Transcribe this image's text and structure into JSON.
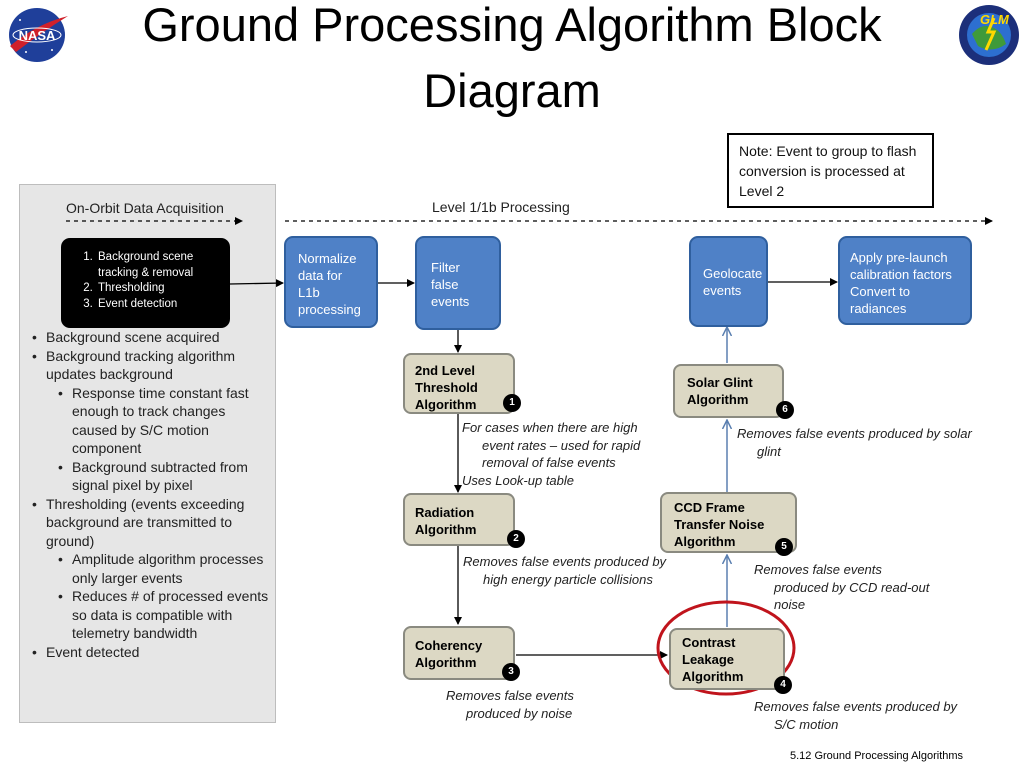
{
  "title": {
    "line1": "Ground Processing Algorithm Block",
    "line2": "Diagram"
  },
  "logos": {
    "nasa": "NASA",
    "glm": "GLM"
  },
  "note": "Note: Event to group to flash conversion is processed at Level 2",
  "headers": {
    "on_orbit": "On-Orbit Data Acquisition",
    "level1": "Level 1/1b Processing"
  },
  "onboard_steps": [
    "Background scene tracking & removal",
    "Thresholding",
    "Event detection"
  ],
  "left_bullets": {
    "b1": "Background scene acquired",
    "b2": "Background tracking algorithm updates background",
    "b2_sub1": "Response time constant fast enough to track changes caused by S/C motion component",
    "b2_sub2": "Background subtracted from signal pixel by pixel",
    "b3": "Thresholding (events exceeding background are transmitted to ground)",
    "b3_sub1": "Amplitude algorithm processes only larger events",
    "b3_sub2": "Reduces # of processed events so data is compatible with telemetry bandwidth",
    "b4": "Event detected"
  },
  "blue_blocks": {
    "normalize": "Normalize data for L1b processing",
    "filter": "Filter false events",
    "geolocate": "Geolocate events",
    "calibrate": "Apply pre-launch calibration factors Convert to radiances"
  },
  "algorithms": [
    {
      "label": "2nd Level Threshold Algorithm",
      "number": "1",
      "description": "For cases when there are high event rates – used for rapid removal of false events",
      "extra": "Uses Look-up table"
    },
    {
      "label": "Radiation Algorithm",
      "number": "2",
      "description": "Removes false events produced by high energy particle collisions"
    },
    {
      "label": "Coherency Algorithm",
      "number": "3",
      "description": "Removes false events produced by noise"
    },
    {
      "label": "Contrast Leakage Algorithm",
      "number": "4",
      "description": "Removes false events produced by S/C motion"
    },
    {
      "label": "CCD Frame Transfer Noise Algorithm",
      "number": "5",
      "description": "Removes false events produced by CCD read-out noise"
    },
    {
      "label": "Solar Glint Algorithm",
      "number": "6",
      "description": "Removes false events produced by solar glint"
    }
  ],
  "footer": "5.12 Ground Processing Algorithms",
  "colors": {
    "blue_block": "#4f81c7",
    "tan_block": "#dcd8c4",
    "highlight": "#c0141c",
    "panel": "#e6e6e6"
  }
}
